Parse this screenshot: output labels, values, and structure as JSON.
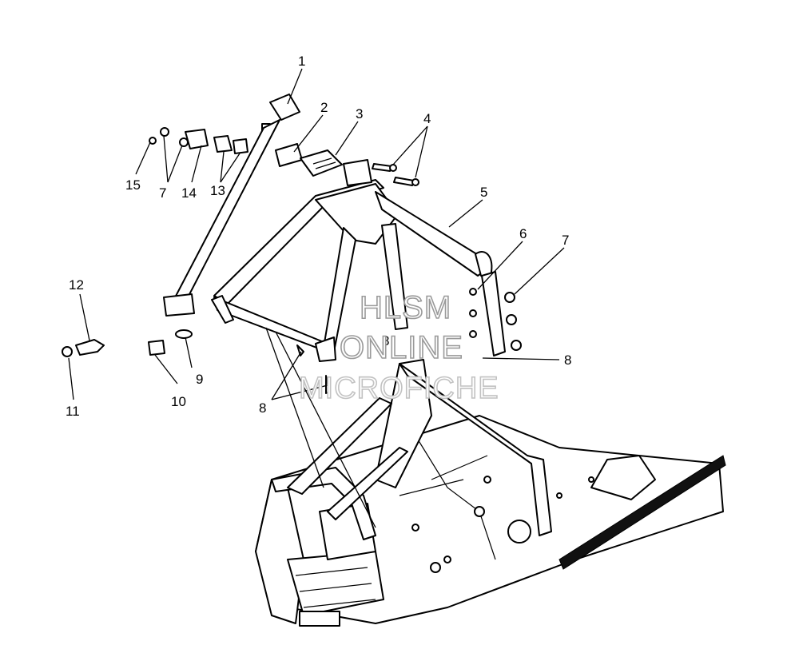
{
  "callouts": {
    "c1": "1",
    "c2": "2",
    "c3": "3",
    "c4": "4",
    "c5": "5",
    "c6": "6",
    "c7a": "7",
    "c7b": "7",
    "c8a": "8",
    "c8b": "8",
    "c8c": "8",
    "c9": "9",
    "c10": "10",
    "c11": "11",
    "c12": "12",
    "c13": "13",
    "c14": "14",
    "c15": "15"
  },
  "watermark": {
    "line1": "HLSM",
    "line2": "ONLINE",
    "line3": "MICROFICHE"
  }
}
